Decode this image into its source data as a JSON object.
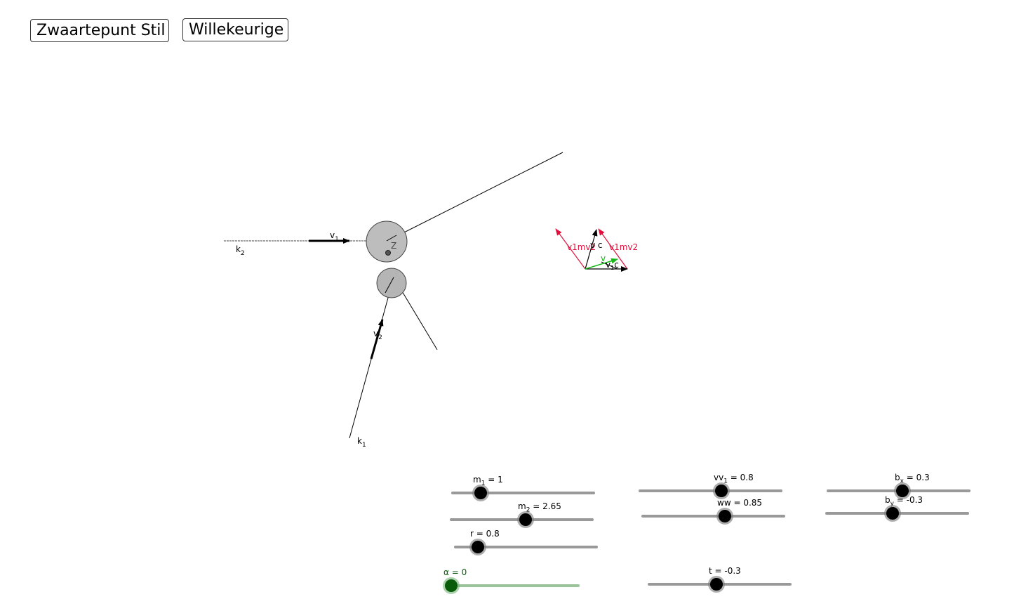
{
  "buttons": {
    "zwaartepunt": "Zwaartepunt Stil",
    "willekeurige": "Willekeurige"
  },
  "scene_labels": {
    "k1_main": "k",
    "k1_sub": "1",
    "k2_main": "k",
    "k2_sub": "2",
    "v1_main": "v",
    "v1_sub": "1",
    "v2_main": "v",
    "v2_sub": "2",
    "z": "Z",
    "vc": "v c",
    "v1c_main": "v",
    "v1c_sub": "1",
    "v1c_tail": "c",
    "v2c": "v",
    "v1mv2_a": "v1mv2",
    "v1mv2_b": "v1mv2"
  },
  "sliders": {
    "m1": {
      "name": "m",
      "sub": "1",
      "text": " = 1"
    },
    "m2": {
      "name": "m",
      "sub": "2",
      "text": " = 2.65"
    },
    "r": {
      "name": "r",
      "sub": "",
      "text": " = 0.8"
    },
    "alpha": {
      "name": "α",
      "sub": "",
      "text": " = 0"
    },
    "vv1": {
      "name": "vv",
      "sub": "1",
      "text": " = 0.8"
    },
    "ww": {
      "name": "ww",
      "sub": "",
      "text": " = 0.85"
    },
    "t": {
      "name": "t",
      "sub": "",
      "text": " = -0.3"
    },
    "bx": {
      "name": "b",
      "sub": "x",
      "text": " = 0.3"
    },
    "by": {
      "name": "b",
      "sub": "y",
      "text": " = -0.3"
    }
  },
  "colors": {
    "red": "#e0103c",
    "green": "#18b818",
    "ball": "#bdbdbd",
    "dark_green": "#0a5c0a"
  }
}
